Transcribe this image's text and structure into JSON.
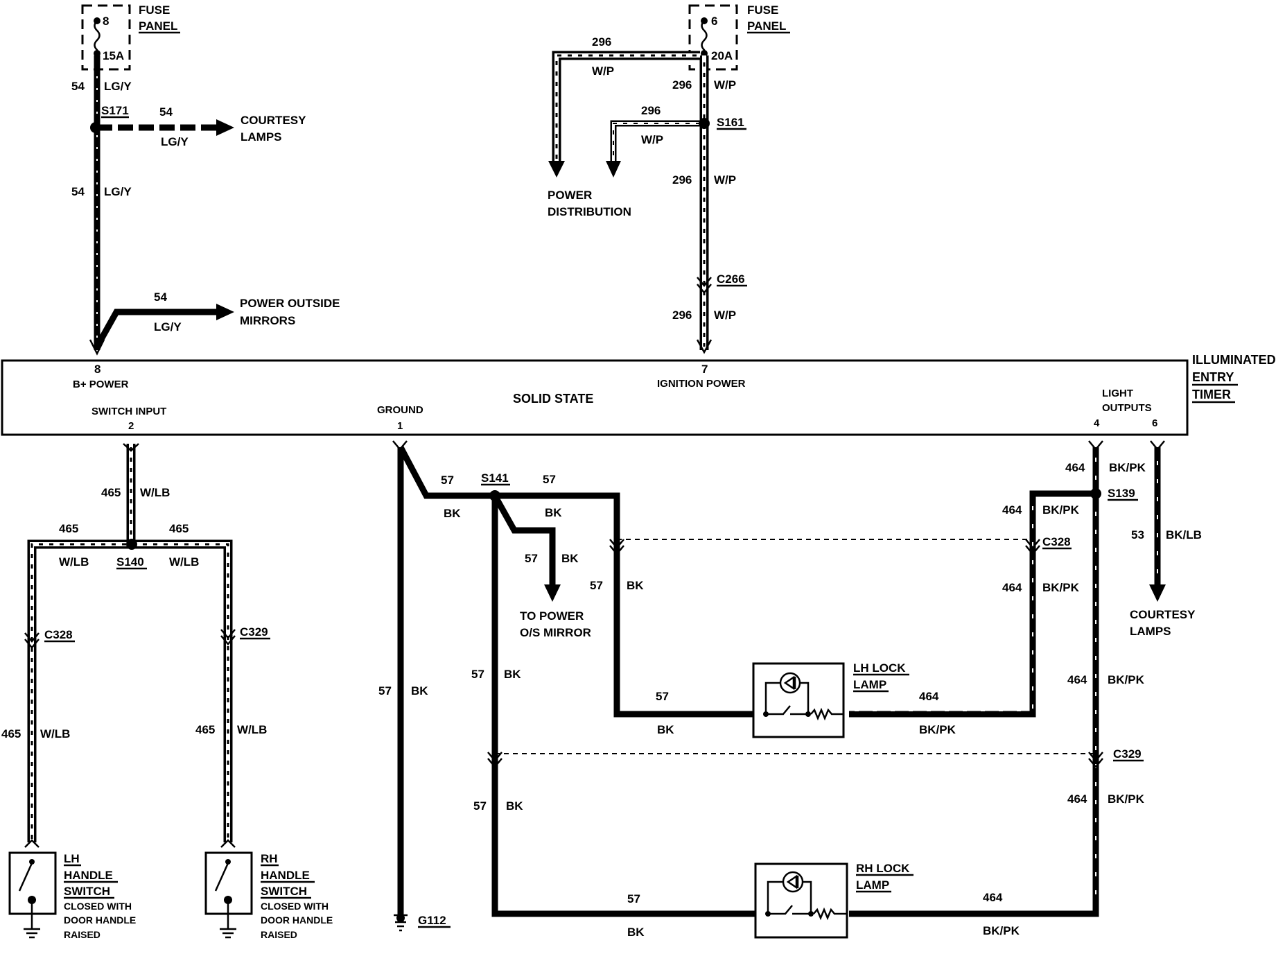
{
  "fuse_left": {
    "title_1": "FUSE",
    "title_2": "PANEL",
    "number": "8",
    "rating": "15A"
  },
  "fuse_right": {
    "title_1": "FUSE",
    "title_2": "PANEL",
    "number": "6",
    "rating": "20A"
  },
  "module": {
    "name_1": "ILLUMINATED",
    "name_2": "ENTRY",
    "name_3": "TIMER",
    "center_label": "SOLID STATE",
    "pin_b_num": "8",
    "pin_b_label": "B+ POWER",
    "pin_ign_num": "7",
    "pin_ign_label": "IGNITION POWER",
    "pin_sw_label": "SWITCH INPUT",
    "pin_sw_num": "2",
    "pin_gnd_label": "GROUND",
    "pin_gnd_num": "1",
    "light_1": "LIGHT",
    "light_2": "OUTPUTS",
    "pin_l4": "4",
    "pin_l6": "6"
  },
  "labels": {
    "c54": "54",
    "lgy": "LG/Y",
    "c296": "296",
    "wp": "W/P",
    "c465": "465",
    "wlb": "W/LB",
    "c57": "57",
    "bk": "BK",
    "c464": "464",
    "bkpk": "BK/PK",
    "c53": "53",
    "bklb": "BK/LB",
    "s171": "S171",
    "s161": "S161",
    "s141": "S141",
    "s140": "S140",
    "s139": "S139",
    "c266": "C266",
    "c328": "C328",
    "c329": "C329",
    "g112": "G112",
    "courtesy_1": "COURTESY",
    "courtesy_2": "LAMPS",
    "pom_1": "POWER OUTSIDE",
    "pom_2": "MIRRORS",
    "pd_1": "POWER",
    "pd_2": "DISTRIBUTION",
    "tpm_1": "TO POWER",
    "tpm_2": "O/S MIRROR",
    "lh_lock_1": "LH LOCK",
    "lh_lock_2": "LAMP",
    "rh_lock_1": "RH LOCK",
    "rh_lock_2": "LAMP",
    "lh_sw_1": "LH",
    "lh_sw_2": "HANDLE",
    "lh_sw_3": "SWITCH",
    "rh_sw_1": "RH",
    "rh_sw_2": "HANDLE",
    "rh_sw_3": "SWITCH",
    "sw_note_1": "CLOSED WITH",
    "sw_note_2": "DOOR HANDLE",
    "sw_note_3": "RAISED"
  }
}
